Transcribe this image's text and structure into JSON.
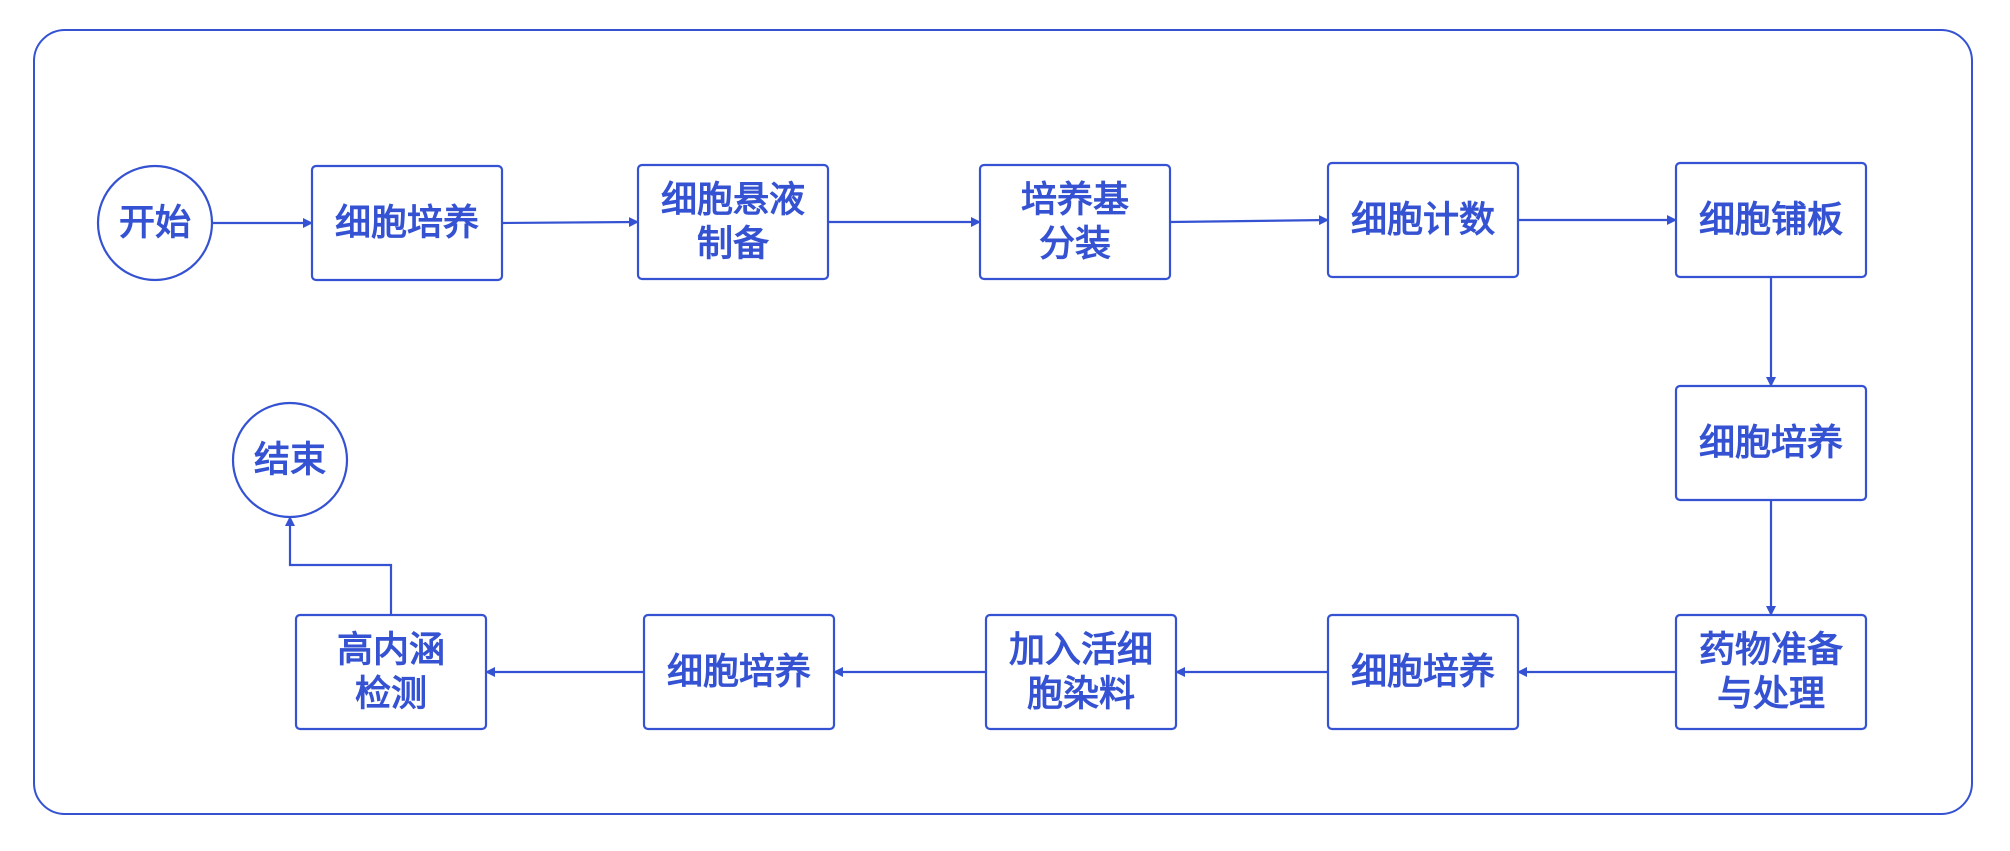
{
  "colors": {
    "accent": "#3452d1",
    "background": "#ffffff"
  },
  "nodes": [
    {
      "id": "start",
      "shape": "circle",
      "lines": [
        "开始"
      ]
    },
    {
      "id": "culture1",
      "shape": "rect",
      "lines": [
        "细胞培养"
      ]
    },
    {
      "id": "suspension",
      "shape": "rect",
      "lines": [
        "细胞悬液",
        "制备"
      ]
    },
    {
      "id": "medium",
      "shape": "rect",
      "lines": [
        "培养基",
        "分装"
      ]
    },
    {
      "id": "count",
      "shape": "rect",
      "lines": [
        "细胞计数"
      ]
    },
    {
      "id": "plating",
      "shape": "rect",
      "lines": [
        "细胞铺板"
      ]
    },
    {
      "id": "culture2",
      "shape": "rect",
      "lines": [
        "细胞培养"
      ]
    },
    {
      "id": "drug",
      "shape": "rect",
      "lines": [
        "药物准备",
        "与处理"
      ]
    },
    {
      "id": "culture3",
      "shape": "rect",
      "lines": [
        "细胞培养"
      ]
    },
    {
      "id": "dye",
      "shape": "rect",
      "lines": [
        "加入活细",
        "胞染料"
      ]
    },
    {
      "id": "culture4",
      "shape": "rect",
      "lines": [
        "细胞培养"
      ]
    },
    {
      "id": "hcs",
      "shape": "rect",
      "lines": [
        "高内涵",
        "检测"
      ]
    },
    {
      "id": "end",
      "shape": "circle",
      "lines": [
        "结束"
      ]
    }
  ],
  "edges": [
    [
      "start",
      "culture1"
    ],
    [
      "culture1",
      "suspension"
    ],
    [
      "suspension",
      "medium"
    ],
    [
      "medium",
      "count"
    ],
    [
      "count",
      "plating"
    ],
    [
      "plating",
      "culture2"
    ],
    [
      "culture2",
      "drug"
    ],
    [
      "drug",
      "culture3"
    ],
    [
      "culture3",
      "dye"
    ],
    [
      "dye",
      "culture4"
    ],
    [
      "culture4",
      "hcs"
    ],
    [
      "hcs",
      "end"
    ]
  ]
}
